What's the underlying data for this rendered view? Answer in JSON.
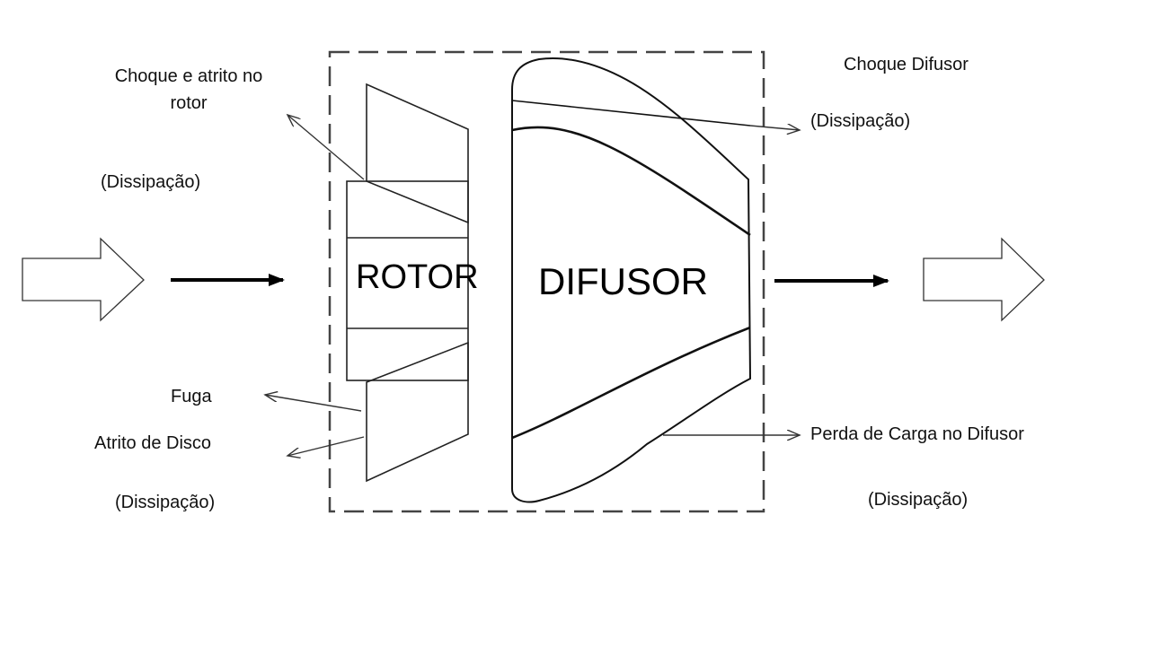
{
  "labels": {
    "rotor_loss_title": "Choque e atrito no rotor",
    "rotor_dissipation": "(Dissipação)",
    "leak": "Fuga",
    "disk_friction": "Atrito de Disco",
    "bottom_left_dissipation": "(Dissipação)",
    "diffuser_shock": "Choque Difusor",
    "diffuser_dissipation": "(Dissipação)",
    "diffuser_head_loss": "Perda de Carga no Difusor",
    "bottom_right_dissipation": "(Dissipação)"
  },
  "components": {
    "rotor": "ROTOR",
    "diffuser": "DIFUSOR"
  }
}
